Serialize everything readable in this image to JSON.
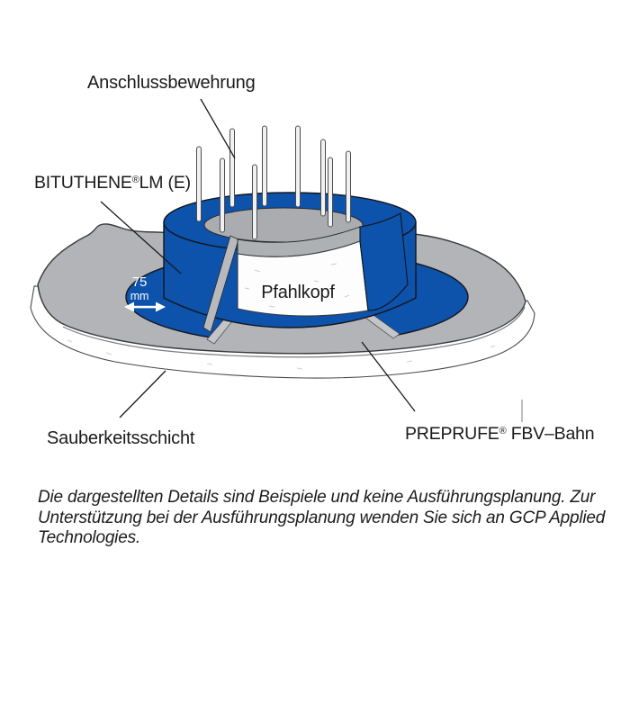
{
  "diagram": {
    "labels": {
      "anschlussbewehrung": "Anschlussbewehrung",
      "bituthene_brand": "BITUTHENE",
      "bituthene_reg": "®",
      "bituthene_suffix": "LM (E)",
      "pfahlkopf": "Pfahlkopf",
      "dimension_value": "75",
      "dimension_unit": "mm",
      "sauberkeitsschicht": "Sauberkeitsschicht",
      "preprufe_brand": "PREPRUFE",
      "preprufe_reg": "®",
      "preprufe_suffix": " FBV–Bahn"
    },
    "colors": {
      "membrane_blue": "#0d52ab",
      "slab_gray": "#b2b4b7",
      "pile_top_gray": "#aaacaf",
      "blinding_white": "#ffffff",
      "outline": "#2a2a2e"
    }
  },
  "disclaimer": {
    "line1": "Die dargestellten Details sind Beispiele und keine Ausführungsplanung. Zur",
    "line2": "Unterstützung bei der Ausführungsplanung wenden Sie sich an GCP Applied",
    "line3": "Technologies."
  }
}
